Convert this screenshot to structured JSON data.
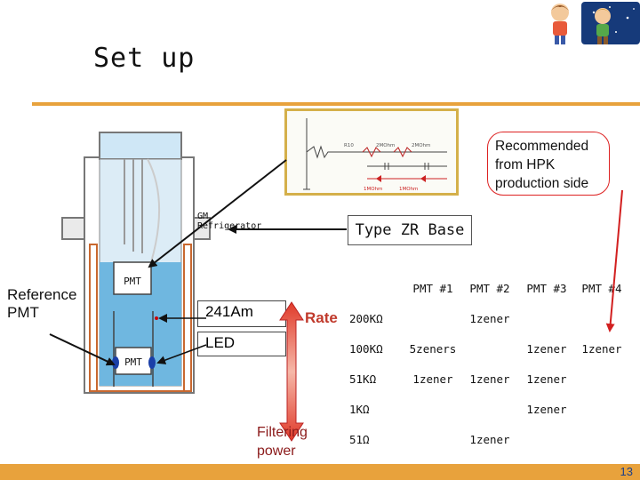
{
  "slide": {
    "title": "Set up",
    "page_number": "13"
  },
  "callout": {
    "text": "Recommended from HPK production side"
  },
  "type_zr_base": {
    "label": "Type ZR Base"
  },
  "setup_diagram": {
    "refrigerator_label": "GM\nRefrigerator",
    "pmt_label": "PMT",
    "reference_pmt_label": "Reference PMT"
  },
  "sources": {
    "am_label": "241Am",
    "led_label": "LED"
  },
  "axis": {
    "rate_label": "Rate",
    "filter_label": "Filtering power"
  },
  "divider_schematic": {
    "labels": [
      "R10",
      "2MOhm",
      "2MOhm",
      "1MOhm",
      "1MOhm"
    ]
  },
  "table": {
    "headers": [
      "",
      "PMT #1",
      "PMT #2",
      "PMT #3",
      "PMT #4"
    ],
    "rows": [
      {
        "res": "200KΩ",
        "c1": "",
        "c2": "1zener",
        "c3": "",
        "c4": ""
      },
      {
        "res": "100KΩ",
        "c1": "5zeners",
        "c2": "",
        "c3": "1zener",
        "c4": "1zener"
      },
      {
        "res": "51KΩ",
        "c1": "1zener",
        "c2": "1zener",
        "c3": "1zener",
        "c4": ""
      },
      {
        "res": "1KΩ",
        "c1": "",
        "c2": "",
        "c3": "1zener",
        "c4": ""
      },
      {
        "res": "51Ω",
        "c1": "",
        "c2": "1zener",
        "c3": "",
        "c4": ""
      }
    ]
  },
  "colors": {
    "accent_orange": "#e8a23c",
    "arrow_red": "#d22020",
    "water_blue": "#6fb7e0"
  }
}
